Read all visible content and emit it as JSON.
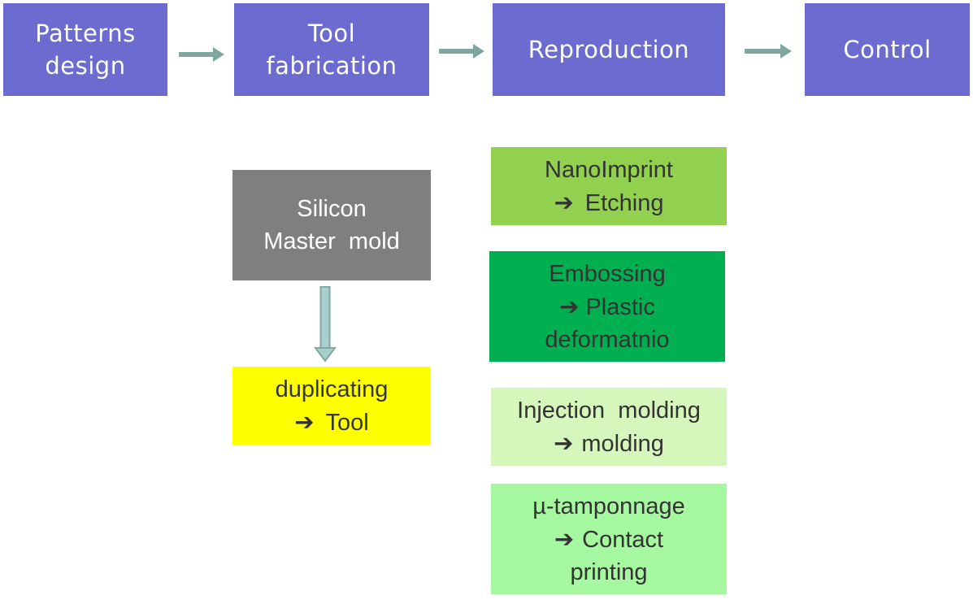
{
  "process": {
    "patterns_design": [
      "Patterns",
      "design"
    ],
    "tool_fabrication": [
      "Tool",
      "fabrication"
    ],
    "reproduction": "Reproduction",
    "control": "Control"
  },
  "tool_fabrication_steps": {
    "silicon_master_mold": [
      "Silicon",
      "Master  mold"
    ],
    "duplicating": [
      "duplicating",
      "Tool"
    ]
  },
  "reproduction_methods": {
    "nanoimprint": [
      "NanoImprint",
      "Etching"
    ],
    "embossing": [
      "Embossing",
      "Plastic",
      "deformatnio"
    ],
    "injection": [
      "Injection  molding",
      "molding"
    ],
    "tamponnage": [
      "µ-tamponnage",
      "Contact",
      "printing"
    ]
  },
  "colors": {
    "process_box": "#6b6bd0",
    "arrow": "#7fa7a0",
    "silicon": "#7f7f7f",
    "duplicating": "#ffff00",
    "nanoimprint": "#92d050",
    "embossing": "#00b050",
    "injection": "#d6f7bc",
    "tamponnage": "#a6f8a0"
  },
  "icons": {
    "flow_arrow": "right-arrow-icon",
    "inline_arrow": "heavy-right-arrow-icon",
    "down_arrow": "down-arrow-icon"
  }
}
